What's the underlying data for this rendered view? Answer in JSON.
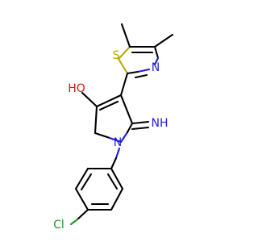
{
  "molecule": {
    "atom_colors": {
      "C": "#000000",
      "N": "#1f1fd6",
      "O": "#d41414",
      "S": "#b8a900",
      "Cl": "#1f9a1f"
    },
    "labels": {
      "hydroxyl": "HO",
      "imine": "NH",
      "ring_nitrogen": "N",
      "thiazole_nitrogen": "N",
      "thiazole_sulfur": "S",
      "chlorine": "Cl"
    }
  }
}
